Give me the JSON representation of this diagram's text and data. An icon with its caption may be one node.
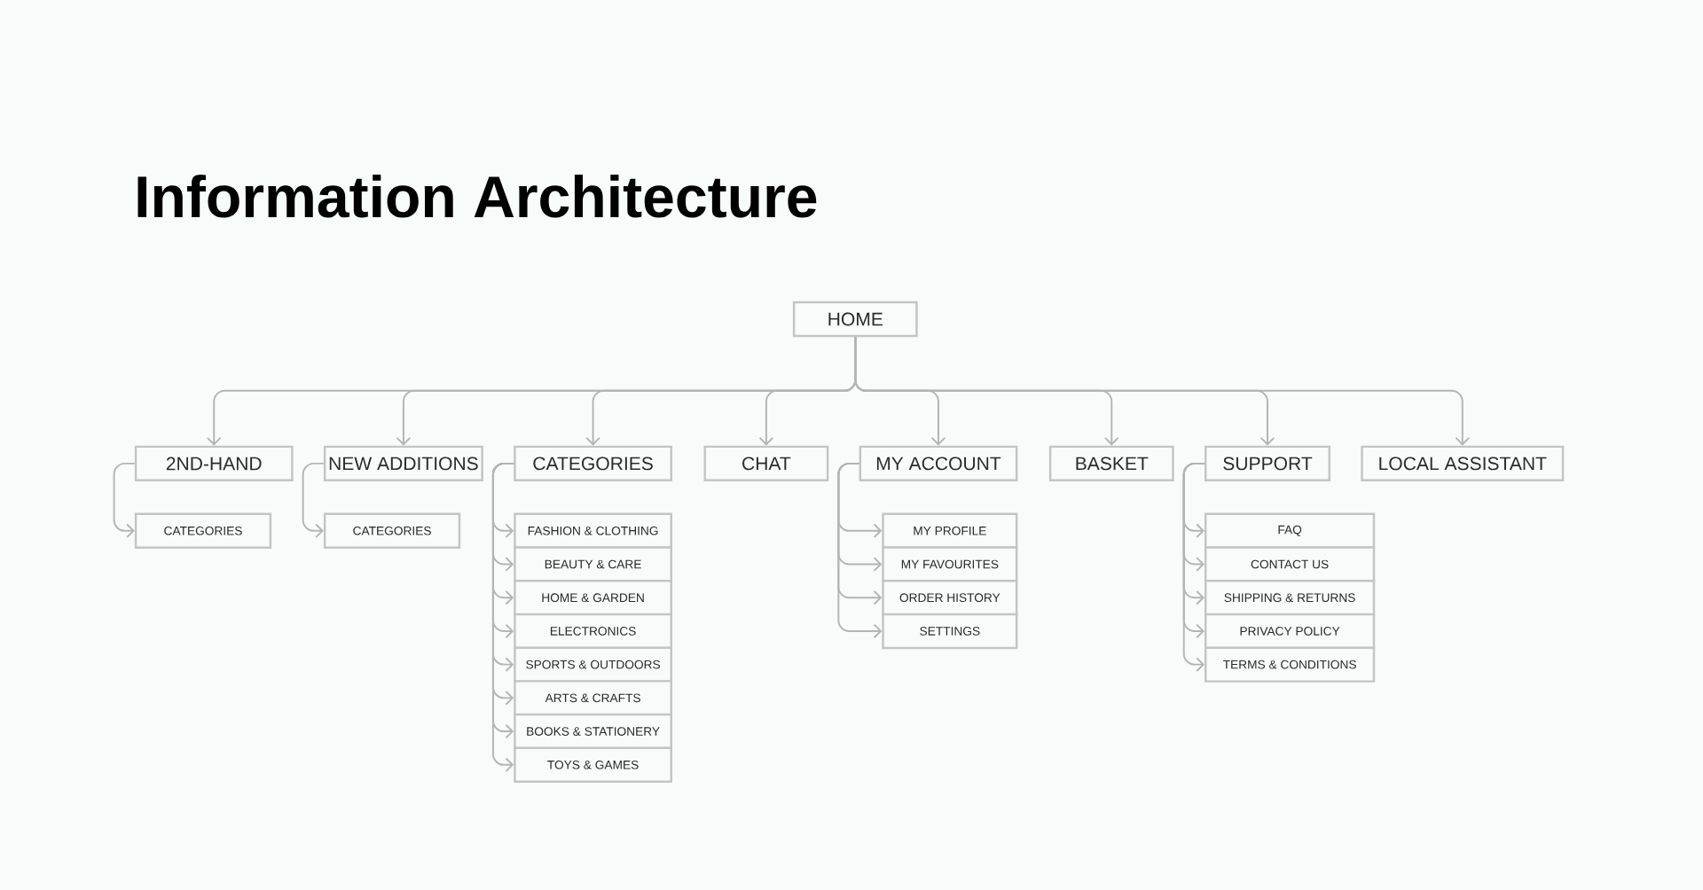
{
  "diagram": {
    "title": "Information Architecture",
    "nodes": [
      {
        "text": [
          "HOME"
        ]
      },
      {
        "text": [
          "2ND-HAND"
        ]
      },
      {
        "text": [
          "NEW ADDITIONS"
        ]
      },
      {
        "text": [
          "CATEGORIES"
        ]
      },
      {
        "text": [
          "CHAT"
        ]
      },
      {
        "text": [
          "MY ACCOUNT"
        ]
      },
      {
        "text": [
          "BASKET"
        ]
      },
      {
        "text": [
          "SUPPORT"
        ]
      },
      {
        "text": [
          "LOCAL ASSISTANT"
        ]
      },
      {
        "text": [
          "CATEGORIES"
        ]
      },
      {
        "text": [
          "CATEGORIES"
        ]
      },
      {
        "text": [
          "FASHION & CLOTHING"
        ]
      },
      {
        "text": [
          "BEAUTY & CARE"
        ]
      },
      {
        "text": [
          "HOME & GARDEN"
        ]
      },
      {
        "text": [
          "ELECTRONICS"
        ]
      },
      {
        "text": [
          "SPORTS & OUTDOORS"
        ]
      },
      {
        "text": [
          "ARTS & CRAFTS"
        ]
      },
      {
        "text": [
          "BOOKS & STATIONERY"
        ]
      },
      {
        "text": [
          "TOYS & GAMES"
        ]
      },
      {
        "text": [
          "MY PROFILE"
        ]
      },
      {
        "text": [
          "MY FAVOURITES"
        ]
      },
      {
        "text": [
          "ORDER HISTORY"
        ]
      },
      {
        "text": [
          "SETTINGS"
        ]
      },
      {
        "text": [
          "FAQ"
        ]
      },
      {
        "text": [
          "CONTACT US"
        ]
      },
      {
        "text": [
          "SHIPPING & RETURNS"
        ]
      },
      {
        "text": [
          "PRIVACY POLICY"
        ]
      },
      {
        "text": [
          "TERMS & CONDITIONS"
        ]
      }
    ],
    "edges": [
      {
        "from": 0,
        "to": 1,
        "arrow": "to"
      },
      {
        "from": 0,
        "to": 2,
        "arrow": "to"
      },
      {
        "from": 0,
        "to": 3,
        "arrow": "to"
      },
      {
        "from": 0,
        "to": 4,
        "arrow": "to"
      },
      {
        "from": 0,
        "to": 5,
        "arrow": "to"
      },
      {
        "from": 0,
        "to": 6,
        "arrow": "to"
      },
      {
        "from": 0,
        "to": 7,
        "arrow": "to"
      },
      {
        "from": 0,
        "to": 8,
        "arrow": "to"
      },
      {
        "from": 1,
        "to": 9,
        "arrow": "to"
      },
      {
        "from": 2,
        "to": 10,
        "arrow": "to"
      },
      {
        "from": 3,
        "to": 11,
        "arrow": "to"
      },
      {
        "from": 3,
        "to": 12,
        "arrow": "to"
      },
      {
        "from": 3,
        "to": 13,
        "arrow": "to"
      },
      {
        "from": 3,
        "to": 14,
        "arrow": "to"
      },
      {
        "from": 3,
        "to": 15,
        "arrow": "to"
      },
      {
        "from": 3,
        "to": 16,
        "arrow": "to"
      },
      {
        "from": 3,
        "to": 17,
        "arrow": "to"
      },
      {
        "from": 3,
        "to": 18,
        "arrow": "to"
      },
      {
        "from": 5,
        "to": 19,
        "arrow": "to"
      },
      {
        "from": 5,
        "to": 20,
        "arrow": "to"
      },
      {
        "from": 5,
        "to": 21,
        "arrow": "to"
      },
      {
        "from": 5,
        "to": 22,
        "arrow": "to"
      },
      {
        "from": 7,
        "to": 23,
        "arrow": "to"
      },
      {
        "from": 7,
        "to": 24,
        "arrow": "to"
      },
      {
        "from": 7,
        "to": 25,
        "arrow": "to"
      },
      {
        "from": 7,
        "to": 26,
        "arrow": "to"
      },
      {
        "from": 7,
        "to": 27,
        "arrow": "to"
      }
    ]
  }
}
